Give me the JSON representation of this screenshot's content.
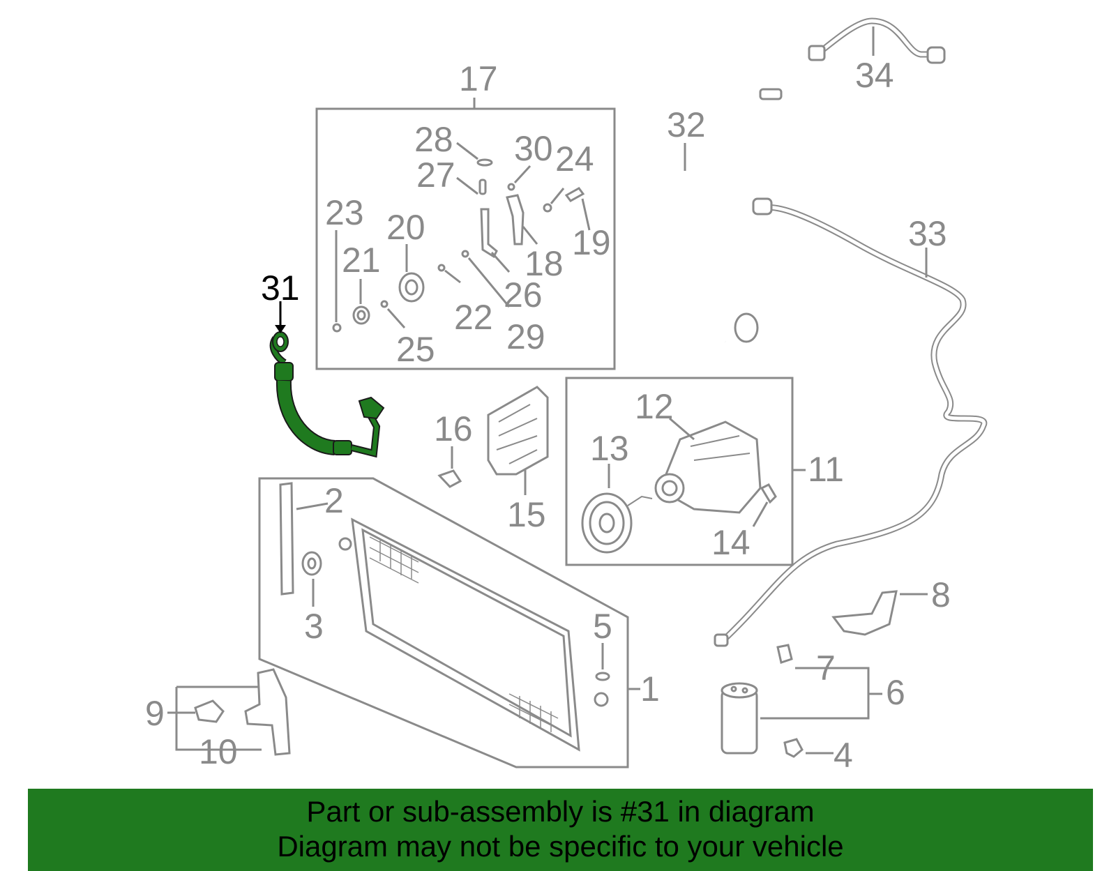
{
  "colors": {
    "line": "#8a8a8a",
    "highlight_fill": "#1f7a1f",
    "banner_bg": "#1f7a1f",
    "text_highlight": "#000000"
  },
  "highlighted_part": "31",
  "labels": {
    "l1": "1",
    "l2": "2",
    "l3": "3",
    "l4": "4",
    "l5": "5",
    "l6": "6",
    "l7": "7",
    "l8": "8",
    "l9": "9",
    "l10": "10",
    "l11": "11",
    "l12": "12",
    "l13": "13",
    "l14": "14",
    "l15": "15",
    "l16": "16",
    "l17": "17",
    "l18": "18",
    "l19": "19",
    "l20": "20",
    "l21": "21",
    "l22": "22",
    "l23": "23",
    "l24": "24",
    "l25": "25",
    "l26": "26",
    "l27": "27",
    "l28": "28",
    "l29": "29",
    "l30": "30",
    "l31": "31",
    "l32": "32",
    "l33": "33",
    "l34": "34"
  },
  "banner": {
    "line1": "Part or sub-assembly is #31 in diagram",
    "line2": "Diagram may not be specific to your vehicle"
  }
}
